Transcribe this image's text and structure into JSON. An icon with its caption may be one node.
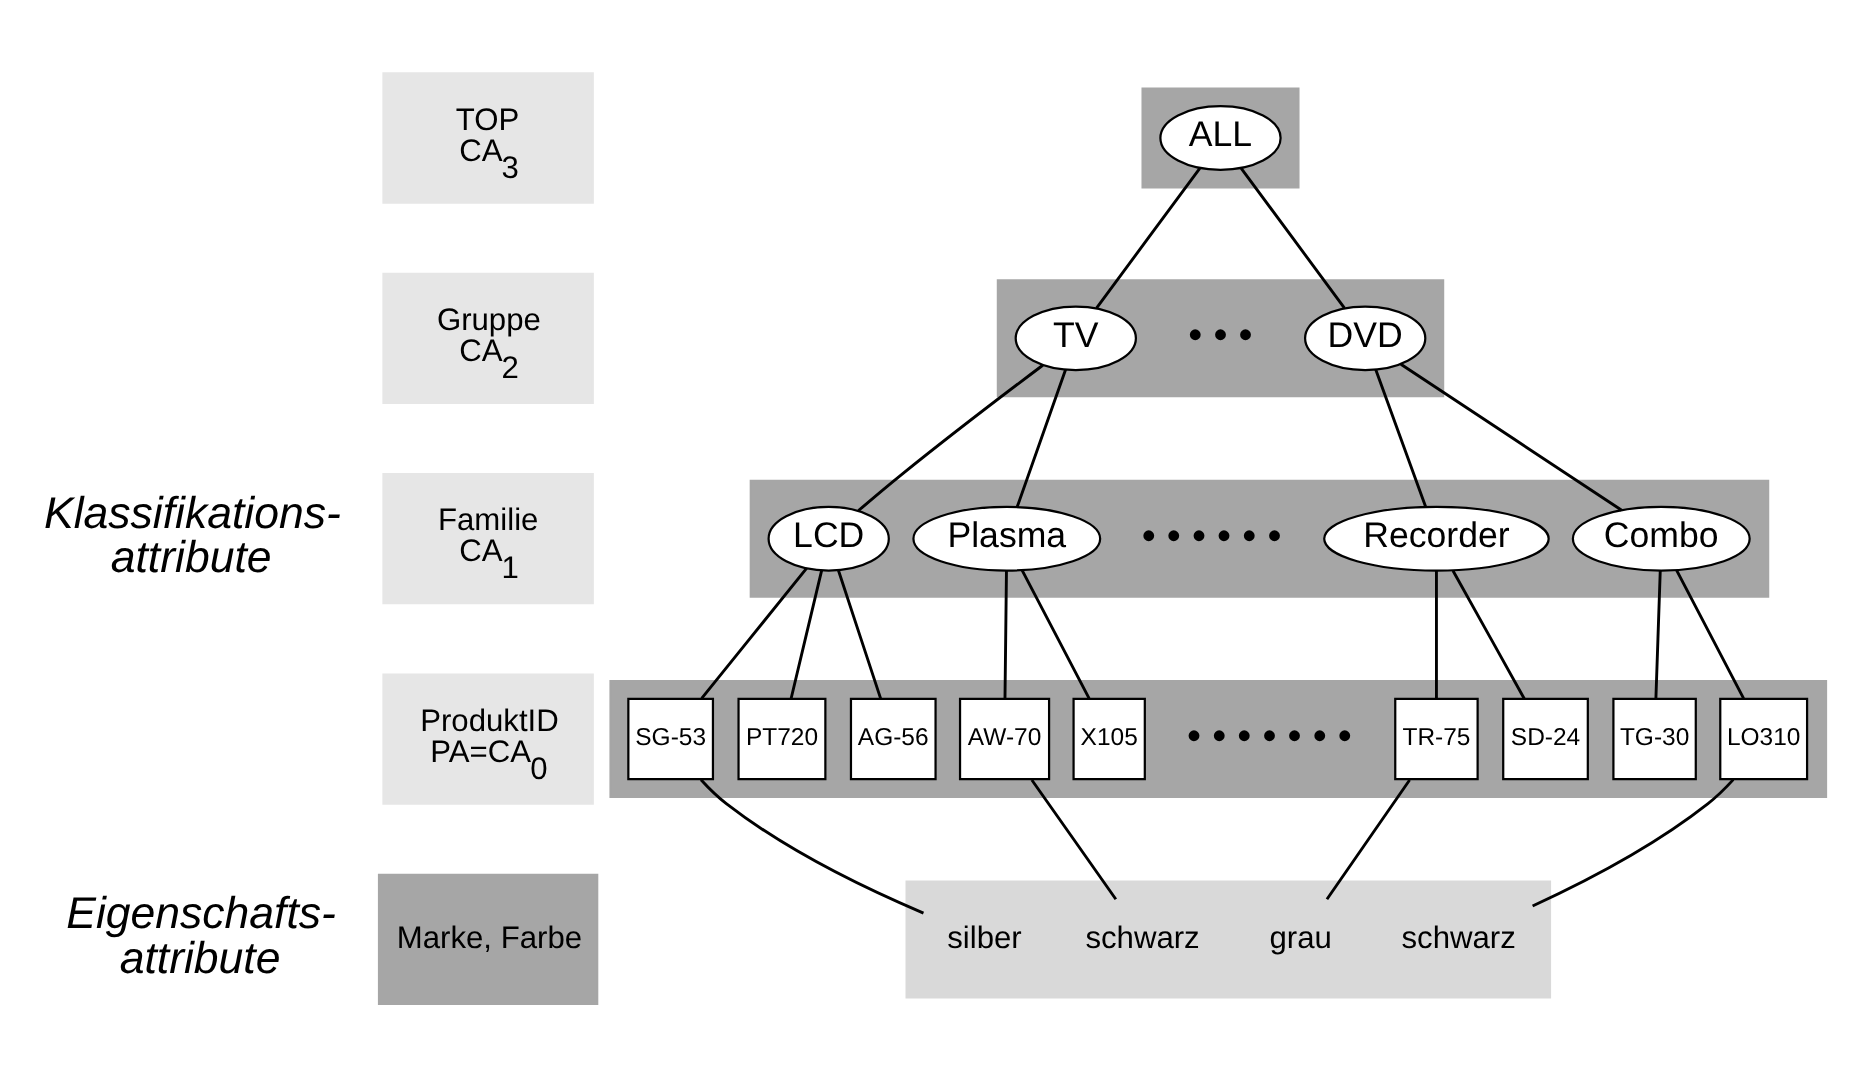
{
  "diagram": {
    "nodes": [
      {
        "text": [
          "TOP",
          "CA$_{3}$"
        ]
      },
      {
        "text": [],
        "shape": "bar"
      },
      {
        "text": [
          "ALL"
        ],
        "in": 1
      },
      {
        "text": [
          "Gruppe",
          "CA$_{2}$"
        ]
      },
      {
        "text": [],
        "shape": "bar"
      },
      {
        "text": [
          "TV"
        ],
        "in": 4
      },
      {
        "text": [
          "DVD"
        ],
        "in": 4
      },
      {
        "text": [
          "Familie",
          "CA$_{1}$"
        ]
      },
      {
        "text": [],
        "shape": "bar"
      },
      {
        "text": [
          "LCD"
        ],
        "in": 8
      },
      {
        "text": [
          "Plasma"
        ],
        "in": 8
      },
      {
        "text": [
          "Recorder"
        ],
        "in": 8
      },
      {
        "text": [
          "Combo"
        ],
        "in": 8
      },
      {
        "text": [
          "ProduktID",
          "PA=CA$_{0}$"
        ]
      },
      {
        "text": [],
        "shape": "bar"
      },
      {
        "text": [
          "SG-53"
        ],
        "in": 14
      },
      {
        "text": [
          "PT720"
        ],
        "in": 14
      },
      {
        "text": [
          "AG-56"
        ],
        "in": 14
      },
      {
        "text": [
          "AW-70"
        ],
        "in": 14
      },
      {
        "text": [
          "X105"
        ],
        "in": 14
      },
      {
        "text": [
          "TR-75"
        ],
        "in": 14
      },
      {
        "text": [
          "SD-24"
        ],
        "in": 14
      },
      {
        "text": [
          "TG-30"
        ],
        "in": 14
      },
      {
        "text": [
          "LO310"
        ],
        "in": 14
      },
      {
        "text": [
          "Marke, Farbe"
        ]
      },
      {
        "text": [],
        "shape": "bar"
      },
      {
        "text": [
          "silber"
        ],
        "in": 25
      },
      {
        "text": [
          "schwarz"
        ],
        "in": 25
      },
      {
        "text": [
          "grau"
        ],
        "in": 25
      },
      {
        "text": [
          "schwarz"
        ],
        "in": 25
      }
    ],
    "edges": [
      {
        "from": 2,
        "to": 5,
        "arrow": "none"
      },
      {
        "from": 2,
        "to": 6,
        "arrow": "none"
      },
      {
        "from": 5,
        "to": 9,
        "arrow": "none"
      },
      {
        "from": 5,
        "to": 10,
        "arrow": "none"
      },
      {
        "from": 6,
        "to": 11,
        "arrow": "none"
      },
      {
        "from": 6,
        "to": 12,
        "arrow": "none"
      },
      {
        "from": 9,
        "to": 15,
        "arrow": "none"
      },
      {
        "from": 9,
        "to": 16,
        "arrow": "none"
      },
      {
        "from": 9,
        "to": 17,
        "arrow": "none"
      },
      {
        "from": 10,
        "to": 18,
        "arrow": "none"
      },
      {
        "from": 10,
        "to": 19,
        "arrow": "none"
      },
      {
        "from": 11,
        "to": 20,
        "arrow": "none"
      },
      {
        "from": 11,
        "to": 21,
        "arrow": "none"
      },
      {
        "from": 12,
        "to": 22,
        "arrow": "none"
      },
      {
        "from": 12,
        "to": 23,
        "arrow": "none"
      },
      {
        "from": 15,
        "to": 26,
        "arrow": "none"
      },
      {
        "from": 18,
        "to": 27,
        "arrow": "none"
      },
      {
        "from": 20,
        "to": 28,
        "arrow": "none"
      },
      {
        "from": 23,
        "to": 29,
        "arrow": "none"
      }
    ],
    "labels": [
      "• • •",
      "• • • • • •",
      "• • • • • • •",
      "Klassifikations- attribute",
      "Eigenschafts- attribute"
    ]
  }
}
